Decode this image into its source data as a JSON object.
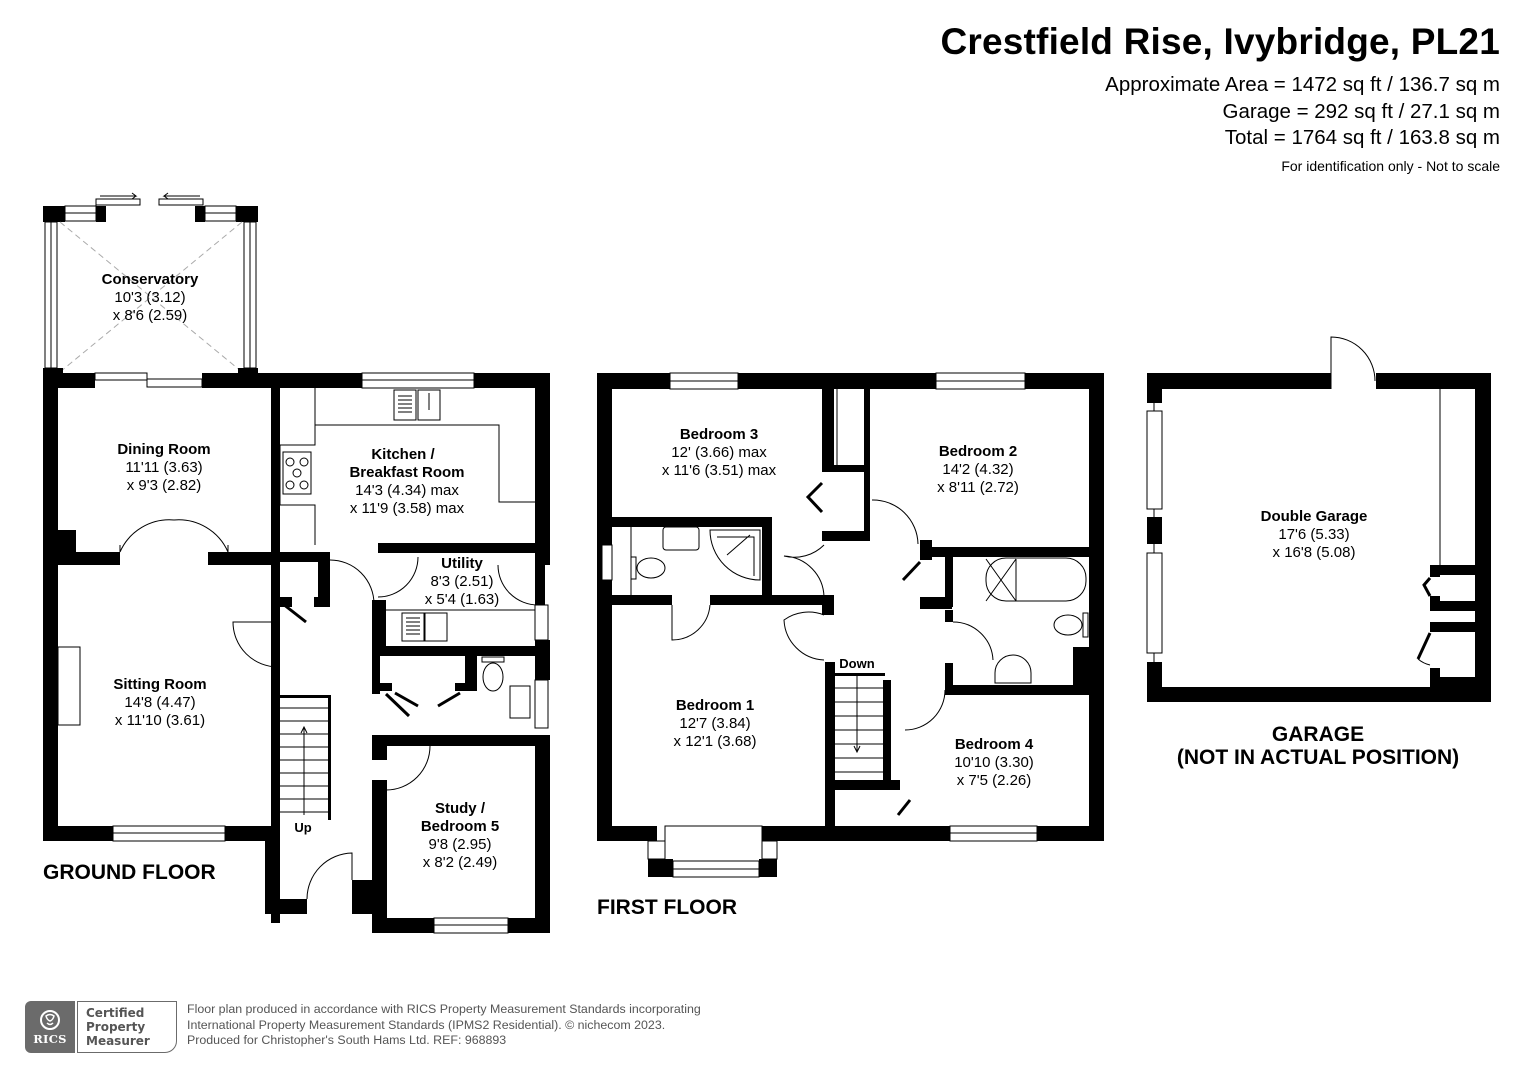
{
  "header": {
    "title": "Crestfield Rise, Ivybridge, PL21",
    "areas": [
      "Approximate Area = 1472 sq ft / 136.7 sq m",
      "Garage = 292 sq ft / 27.1 sq m",
      "Total = 1764  sq ft / 163.8 sq m"
    ],
    "disclaimer": "For identification only - Not to scale"
  },
  "ground_floor": {
    "label": "GROUND FLOOR",
    "stairs_label": "Up",
    "rooms": {
      "conservatory": {
        "name": "Conservatory",
        "dim1": "10'3 (3.12)",
        "dim2": "x 8'6 (2.59)"
      },
      "dining_room": {
        "name": "Dining Room",
        "dim1": "11'11 (3.63)",
        "dim2": "x 9'3 (2.82)"
      },
      "kitchen": {
        "name_line1": "Kitchen /",
        "name_line2": "Breakfast Room",
        "dim1": "14'3 (4.34) max",
        "dim2": "x 11'9 (3.58) max"
      },
      "utility": {
        "name": "Utility",
        "dim1": "8'3 (2.51)",
        "dim2": "x 5'4 (1.63)"
      },
      "sitting_room": {
        "name": "Sitting Room",
        "dim1": "14'8 (4.47)",
        "dim2": "x 11'10 (3.61)"
      },
      "study": {
        "name_line1": "Study /",
        "name_line2": "Bedroom 5",
        "dim1": "9'8 (2.95)",
        "dim2": "x 8'2 (2.49)"
      }
    }
  },
  "first_floor": {
    "label": "FIRST FLOOR",
    "stairs_label": "Down",
    "rooms": {
      "bedroom3": {
        "name": "Bedroom 3",
        "dim1": "12' (3.66) max",
        "dim2": "x 11'6 (3.51) max"
      },
      "bedroom2": {
        "name": "Bedroom 2",
        "dim1": "14'2 (4.32)",
        "dim2": "x 8'11 (2.72)"
      },
      "bedroom1": {
        "name": "Bedroom 1",
        "dim1": "12'7 (3.84)",
        "dim2": "x 12'1 (3.68)"
      },
      "bedroom4": {
        "name": "Bedroom 4",
        "dim1": "10'10 (3.30)",
        "dim2": "x 7'5 (2.26)"
      }
    }
  },
  "garage": {
    "label_line1": "GARAGE",
    "label_line2": "(NOT IN ACTUAL POSITION)",
    "room": {
      "name": "Double Garage",
      "dim1": "17'6 (5.33)",
      "dim2": "x 16'8 (5.08)"
    }
  },
  "footer": {
    "rics_logo_text": "RICS",
    "certificate_lines": [
      "Certified",
      "Property",
      "Measurer"
    ],
    "lines": [
      "Floor plan produced in accordance with RICS Property Measurement Standards incorporating",
      "International Property Measurement Standards (IPMS2 Residential).   © nichecom 2023.",
      "Produced for Christopher's South Hams Ltd.   REF:  968893"
    ]
  },
  "colors": {
    "wall": "#000000",
    "background": "#ffffff",
    "footer_grey": "#6b6b6b"
  }
}
